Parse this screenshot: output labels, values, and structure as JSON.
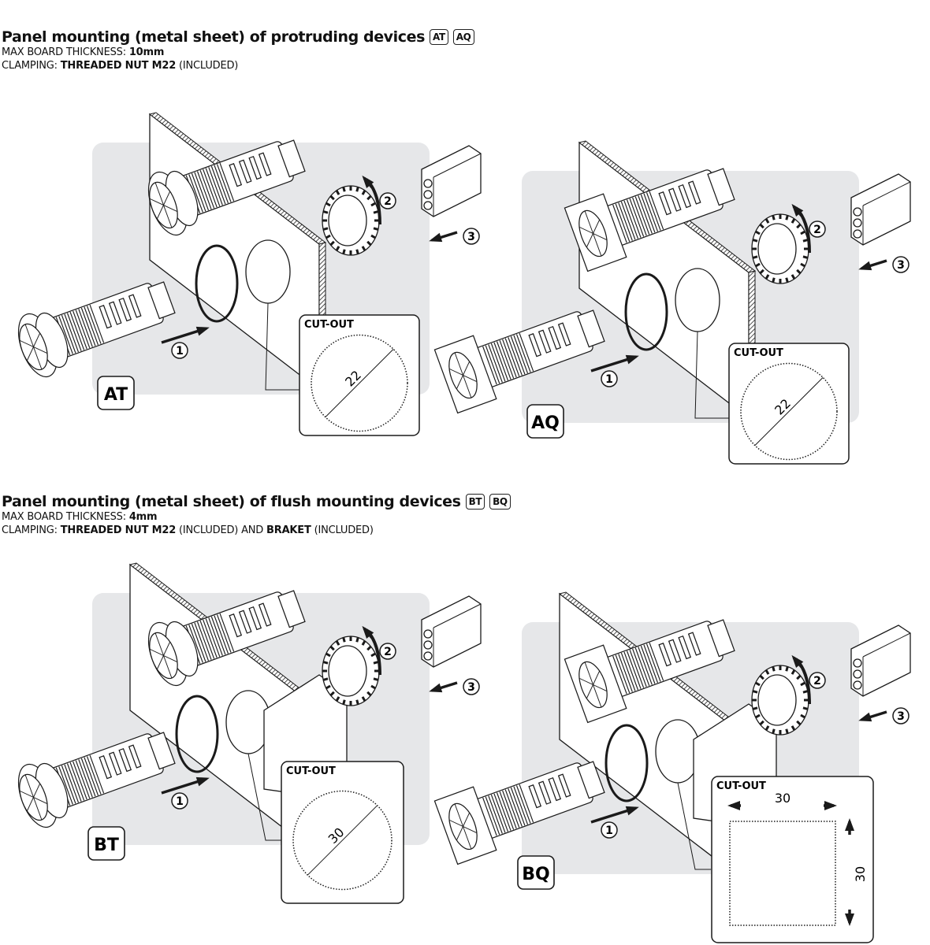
{
  "sections": [
    {
      "title": "Panel mounting (metal sheet) of protruding devices",
      "tags": [
        "AT",
        "AQ"
      ],
      "thickness_label": "MAX BOARD THICKNESS:",
      "thickness_value": "10mm",
      "clamping_label": "CLAMPING:",
      "clamping_parts": [
        "THREADED NUT M22",
        "(INCLUDED)",
        "",
        "",
        ""
      ]
    },
    {
      "title": "Panel mounting (metal sheet) of flush mounting devices",
      "tags": [
        "BT",
        "BQ"
      ],
      "thickness_label": "MAX BOARD THICKNESS:",
      "thickness_value": "4mm",
      "clamping_label": "CLAMPING:",
      "clamping_parts": [
        "THREADED NUT M22",
        "(INCLUDED) AND",
        "BRAKET",
        "(INCLUDED)"
      ]
    }
  ],
  "scenes": [
    {
      "model": "AT",
      "bezel": "round",
      "cutout_label": "CUT-OUT",
      "cutout_shape": "circle",
      "cutout_dim": "22",
      "steps": [
        "1",
        "2",
        "3"
      ]
    },
    {
      "model": "AQ",
      "bezel": "square",
      "cutout_label": "CUT-OUT",
      "cutout_shape": "circle",
      "cutout_dim": "22",
      "steps": [
        "1",
        "2",
        "3"
      ]
    },
    {
      "model": "BT",
      "bezel": "round",
      "cutout_label": "CUT-OUT",
      "cutout_shape": "circle",
      "cutout_dim": "30",
      "steps": [
        "1",
        "2",
        "3"
      ]
    },
    {
      "model": "BQ",
      "bezel": "square",
      "cutout_label": "CUT-OUT",
      "cutout_shape": "square",
      "cutout_dim": "30",
      "cutout_dim2": "30",
      "steps": [
        "1",
        "2",
        "3"
      ]
    }
  ],
  "colors": {
    "background_panel": "#e6e7e9",
    "line": "#1a1a1a"
  }
}
